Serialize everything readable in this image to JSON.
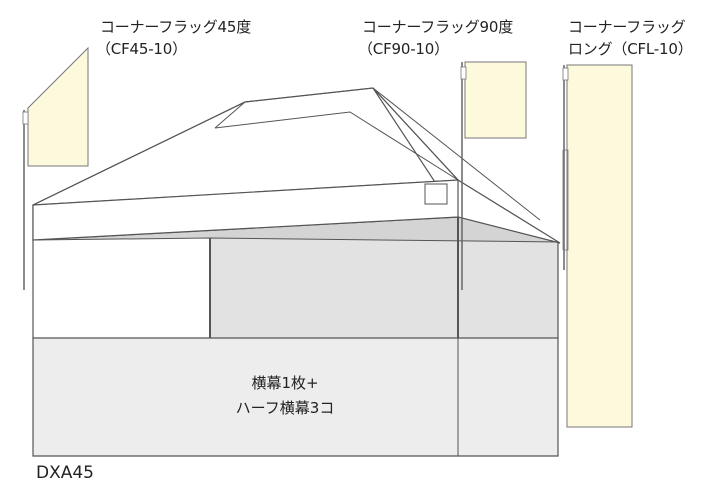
{
  "callouts": {
    "flag45": {
      "line1": "コーナーフラッグ45度",
      "line2": "（CF45-10）"
    },
    "flag90": {
      "line1": "コーナーフラッグ90度",
      "line2": "（CF90-10）"
    },
    "flag_long": {
      "line1": "コーナーフラッグ",
      "line2": "ロング（CFL-10）"
    }
  },
  "banner": {
    "line1": "横幕1枚+",
    "line2": "ハーフ横幕3コ"
  },
  "model": "DXA45",
  "colors": {
    "flag_fill": "#fdf9dc",
    "tent_line": "#555555",
    "banner_fill": "#ededed",
    "wall_fill": "#e2e2e2",
    "ceiling_fill": "#d4d4d4"
  }
}
